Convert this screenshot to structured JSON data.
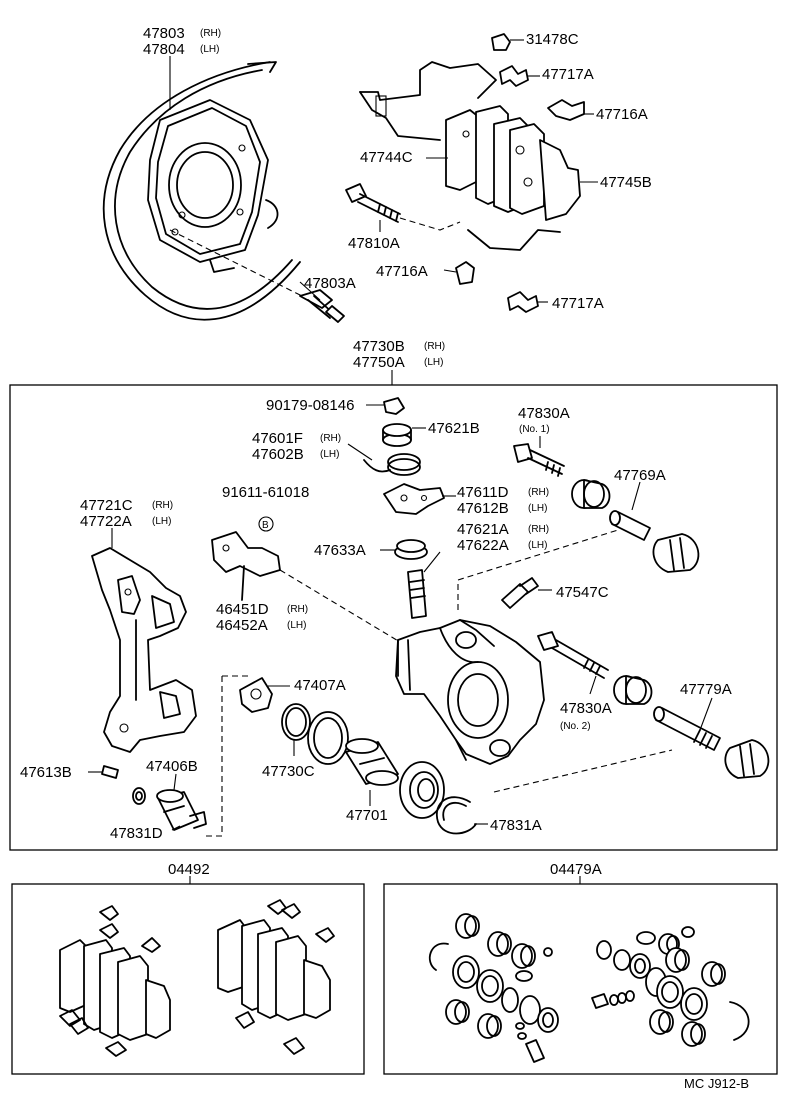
{
  "labels": {
    "p47803": "47803",
    "p47803_side": "(RH)",
    "p47804": "47804",
    "p47804_side": "(LH)",
    "p31478C": "31478C",
    "p47717A_top": "47717A",
    "p47716A_top": "47716A",
    "p47744C": "47744C",
    "p47745B": "47745B",
    "p47810A": "47810A",
    "p47716A_bot": "47716A",
    "p47803A": "47803A",
    "p47717A_bot": "47717A",
    "p47730B": "47730B",
    "p47730B_side": "(RH)",
    "p47750A": "47750A",
    "p47750A_side": "(LH)",
    "p90179": "90179-08146",
    "p47621B": "47621B",
    "p47830A_1": "47830A",
    "p47830A_1_note": "(No. 1)",
    "p47601F": "47601F",
    "p47601F_side": "(RH)",
    "p47602B": "47602B",
    "p47602B_side": "(LH)",
    "p47769A": "47769A",
    "p91611": "91611-61018",
    "b_mark": "B",
    "p47721C": "47721C",
    "p47721C_side": "(RH)",
    "p47722A": "47722A",
    "p47722A_side": "(LH)",
    "p47611D": "47611D",
    "p47611D_side": "(RH)",
    "p47612B": "47612B",
    "p47612B_side": "(LH)",
    "p47633A": "47633A",
    "p47621A": "47621A",
    "p47621A_side": "(RH)",
    "p47622A": "47622A",
    "p47622A_side": "(LH)",
    "p47547C": "47547C",
    "p46451D": "46451D",
    "p46451D_side": "(RH)",
    "p46452A": "46452A",
    "p46452A_side": "(LH)",
    "p47407A": "47407A",
    "p47830A_2": "47830A",
    "p47830A_2_note": "(No. 2)",
    "p47779A": "47779A",
    "p47613B": "47613B",
    "p47406B": "47406B",
    "p47730C": "47730C",
    "p47701": "47701",
    "p47831A": "47831A",
    "p47831D": "47831D",
    "p04492": "04492",
    "p04479A": "04479A",
    "footer_code": "MC  J912-B"
  }
}
